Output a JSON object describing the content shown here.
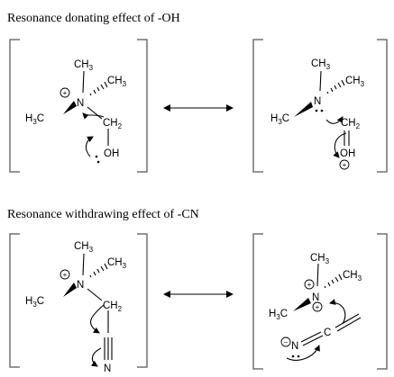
{
  "titles": {
    "top": "Resonance donating effect of -OH",
    "bottom": "Resonance withdrawing effect of -CN"
  },
  "atoms": {
    "ch3": "CH",
    "three": "3",
    "h3c_h": "H",
    "h3c_3": "3",
    "h3c_c": "C",
    "n": "N",
    "ch2": "CH",
    "two": "2",
    "oh": "OH",
    "c": "C",
    "n_minus": "N",
    "plus": "+",
    "minus": "−"
  }
}
